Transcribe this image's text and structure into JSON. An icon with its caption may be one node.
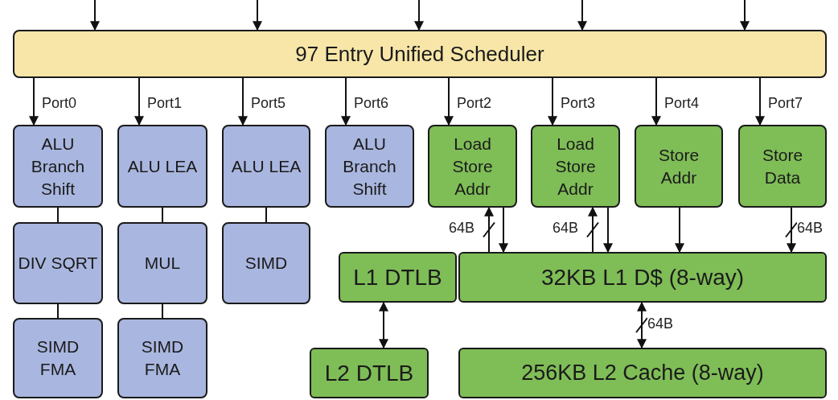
{
  "diagram": {
    "nodes": [
      {
        "text": [
          "97 Entry Unified Scheduler"
        ]
      },
      {
        "text": [
          "ALU Branch Shift"
        ]
      },
      {
        "text": [
          "ALU LEA"
        ]
      },
      {
        "text": [
          "ALU LEA"
        ]
      },
      {
        "text": [
          "ALU Branch Shift"
        ]
      },
      {
        "text": [
          "Load Store Addr"
        ]
      },
      {
        "text": [
          "Load Store Addr"
        ]
      },
      {
        "text": [
          "Store Addr"
        ]
      },
      {
        "text": [
          "Store Data"
        ]
      },
      {
        "text": [
          "DIV SQRT"
        ]
      },
      {
        "text": [
          "MUL"
        ]
      },
      {
        "text": [
          "SIMD"
        ]
      },
      {
        "text": [
          "SIMD FMA"
        ]
      },
      {
        "text": [
          "SIMD FMA"
        ]
      },
      {
        "text": [
          "L1 DTLB"
        ]
      },
      {
        "text": [
          "32KB L1 D$ (8-way)"
        ]
      },
      {
        "text": [
          "L2 DTLB"
        ]
      },
      {
        "text": [
          "256KB L2 Cache (8-way)"
        ]
      }
    ],
    "edges": [
      {
        "from": null,
        "to": 0,
        "arrow": "to"
      },
      {
        "from": null,
        "to": 0,
        "arrow": "to"
      },
      {
        "from": null,
        "to": 0,
        "arrow": "to"
      },
      {
        "from": null,
        "to": 0,
        "arrow": "to"
      },
      {
        "from": null,
        "to": 0,
        "arrow": "to"
      },
      {
        "from": 0,
        "to": 1,
        "arrow": "to",
        "label": "Port0"
      },
      {
        "from": 0,
        "to": 2,
        "arrow": "to",
        "label": "Port1"
      },
      {
        "from": 0,
        "to": 3,
        "arrow": "to",
        "label": "Port5"
      },
      {
        "from": 0,
        "to": 4,
        "arrow": "to",
        "label": "Port6"
      },
      {
        "from": 0,
        "to": 5,
        "arrow": "to",
        "label": "Port2"
      },
      {
        "from": 0,
        "to": 6,
        "arrow": "to",
        "label": "Port3"
      },
      {
        "from": 0,
        "to": 7,
        "arrow": "to",
        "label": "Port4"
      },
      {
        "from": 0,
        "to": 8,
        "arrow": "to",
        "label": "Port7"
      },
      {
        "from": 1,
        "to": 9,
        "arrow": "none"
      },
      {
        "from": 9,
        "to": 12,
        "arrow": "none"
      },
      {
        "from": 2,
        "to": 10,
        "arrow": "none"
      },
      {
        "from": 10,
        "to": 13,
        "arrow": "none"
      },
      {
        "from": 3,
        "to": 11,
        "arrow": "none"
      },
      {
        "from": 15,
        "to": 5,
        "arrow": "to",
        "label": "64B"
      },
      {
        "from": 5,
        "to": 15,
        "arrow": "to"
      },
      {
        "from": 15,
        "to": 6,
        "arrow": "to",
        "label": "64B"
      },
      {
        "from": 6,
        "to": 15,
        "arrow": "to"
      },
      {
        "from": 7,
        "to": 15,
        "arrow": "to"
      },
      {
        "from": 8,
        "to": 15,
        "arrow": "to",
        "label": "64B"
      },
      {
        "from": 14,
        "to": 16,
        "arrow": "both"
      },
      {
        "from": 15,
        "to": 17,
        "arrow": "both",
        "label": "64B"
      }
    ]
  }
}
